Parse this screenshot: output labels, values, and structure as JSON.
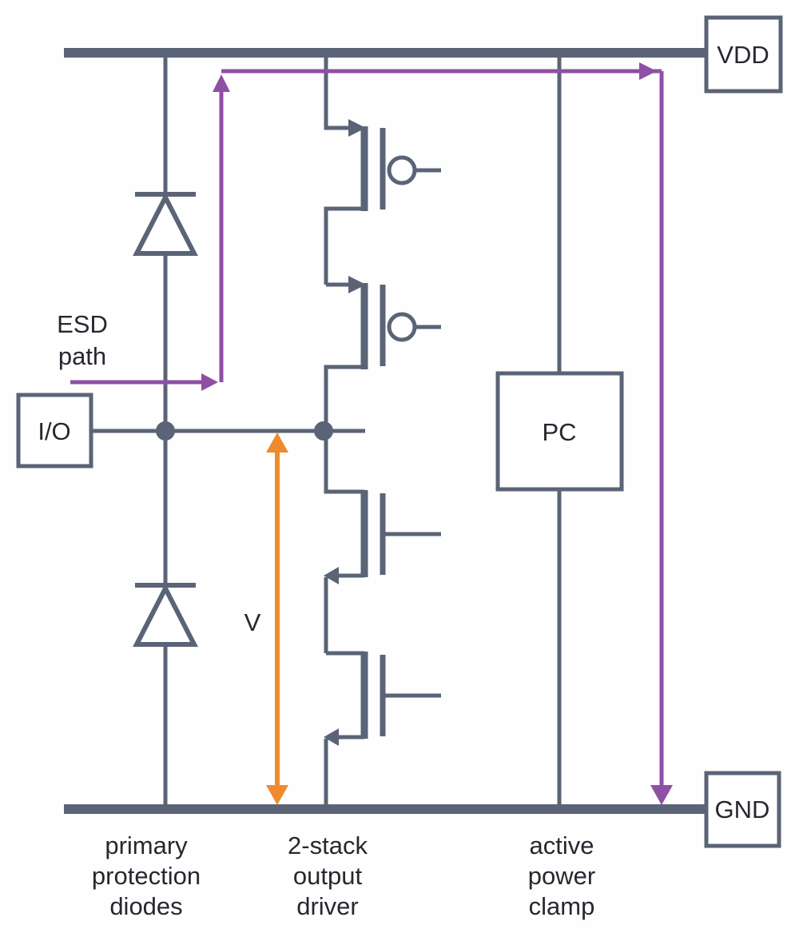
{
  "colors": {
    "slate": "#5A6476",
    "purple": "#8E4FA5",
    "orange": "#EF8A2D",
    "ink": "#2A2630"
  },
  "terminals": {
    "vdd": "VDD",
    "gnd": "GND",
    "io": "I/O",
    "power_clamp": "PC"
  },
  "annotations": {
    "esd_path": [
      "ESD",
      "path"
    ],
    "voltage": "V"
  },
  "captions": {
    "diodes": [
      "primary",
      "protection",
      "diodes"
    ],
    "driver": [
      "2-stack",
      "output",
      "driver"
    ],
    "clamp": [
      "active",
      "power",
      "clamp"
    ]
  }
}
